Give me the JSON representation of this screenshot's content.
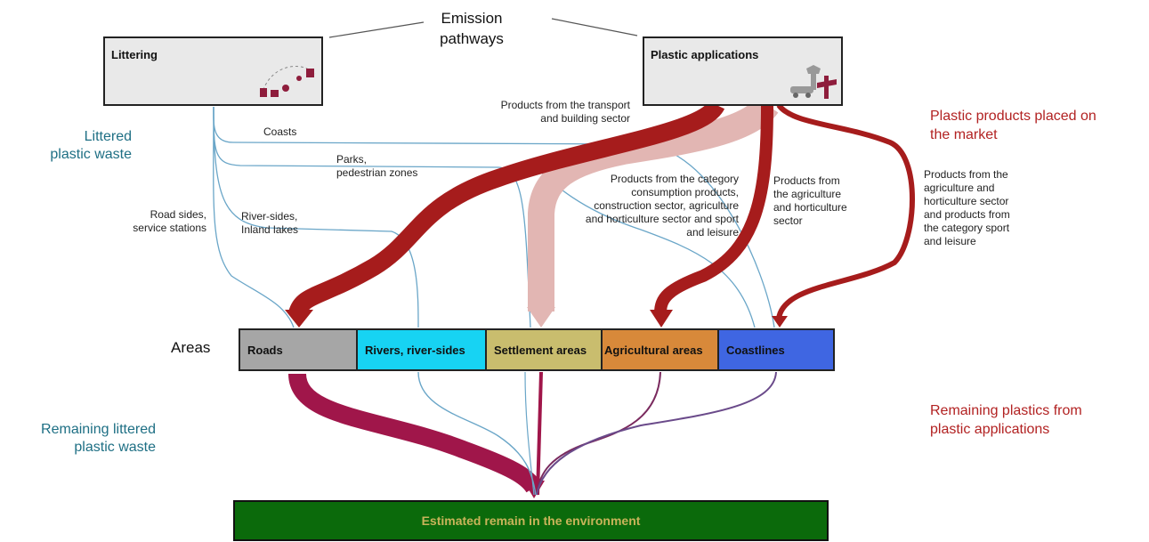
{
  "emission_pathways": {
    "line1": "Emission",
    "line2": "pathways"
  },
  "sources": {
    "littering": {
      "title": "Littering",
      "icon": "littering-icon"
    },
    "plastic_applications": {
      "title": "Plastic applications",
      "icon": "plastic-products-icon"
    }
  },
  "side_labels": {
    "littered_line1": "Littered",
    "littered_line2": "plastic waste",
    "placed_line1": "Plastic products placed on",
    "placed_line2": "the market",
    "remaining_littered_line1": "Remaining littered",
    "remaining_littered_line2": "plastic waste",
    "remaining_plastics_line1": "Remaining plastics from",
    "remaining_plastics_line2": "plastic applications"
  },
  "flow_labels": {
    "coasts": "Coasts",
    "parks_line1": "Parks,",
    "parks_line2": "pedestrian zones",
    "road_line1": "Road sides,",
    "road_line2": "service stations",
    "river_line1": "River-sides,",
    "river_line2": "Inland lakes",
    "transport_line1": "Products from the transport",
    "transport_line2": "and building sector",
    "category_line1": "Products from the category",
    "category_line2": "consumption products,",
    "category_line3": "construction sector, agriculture",
    "category_line4": "and horticulture sector and sport",
    "category_line5": "and leisure",
    "agri_line1": "Products from",
    "agri_line2": "the agriculture",
    "agri_line3": "and horticulture",
    "agri_line4": "sector",
    "agri_sport_line1": "Products from the",
    "agri_sport_line2": "agriculture and",
    "agri_sport_line3": "horticulture sector",
    "agri_sport_line4": "and products from",
    "agri_sport_line5": "the category sport",
    "agri_sport_line6": "and leisure"
  },
  "areas": {
    "label": "Areas",
    "items": [
      {
        "name": "Roads",
        "color": "#a6a6a6"
      },
      {
        "name": "Rivers, river-sides",
        "color": "#17d3f3"
      },
      {
        "name": "Settlement areas",
        "color": "#c9bd6e"
      },
      {
        "name": "Agricultural areas",
        "color": "#d8893a"
      },
      {
        "name": "Coastlines",
        "color": "#3f66e2"
      }
    ]
  },
  "remain": {
    "label": "Estimated remain in the environment"
  },
  "colors": {
    "litter_line": "#6aa6c8",
    "market_flow": "#a61c1c",
    "market_flow_light": "#e2b6b3",
    "remain_flow": "#a0164a",
    "remain_box": "#0b6a0b",
    "remain_text": "#c9b45a",
    "teal_text": "#1e6f84",
    "red_text": "#b22222"
  }
}
